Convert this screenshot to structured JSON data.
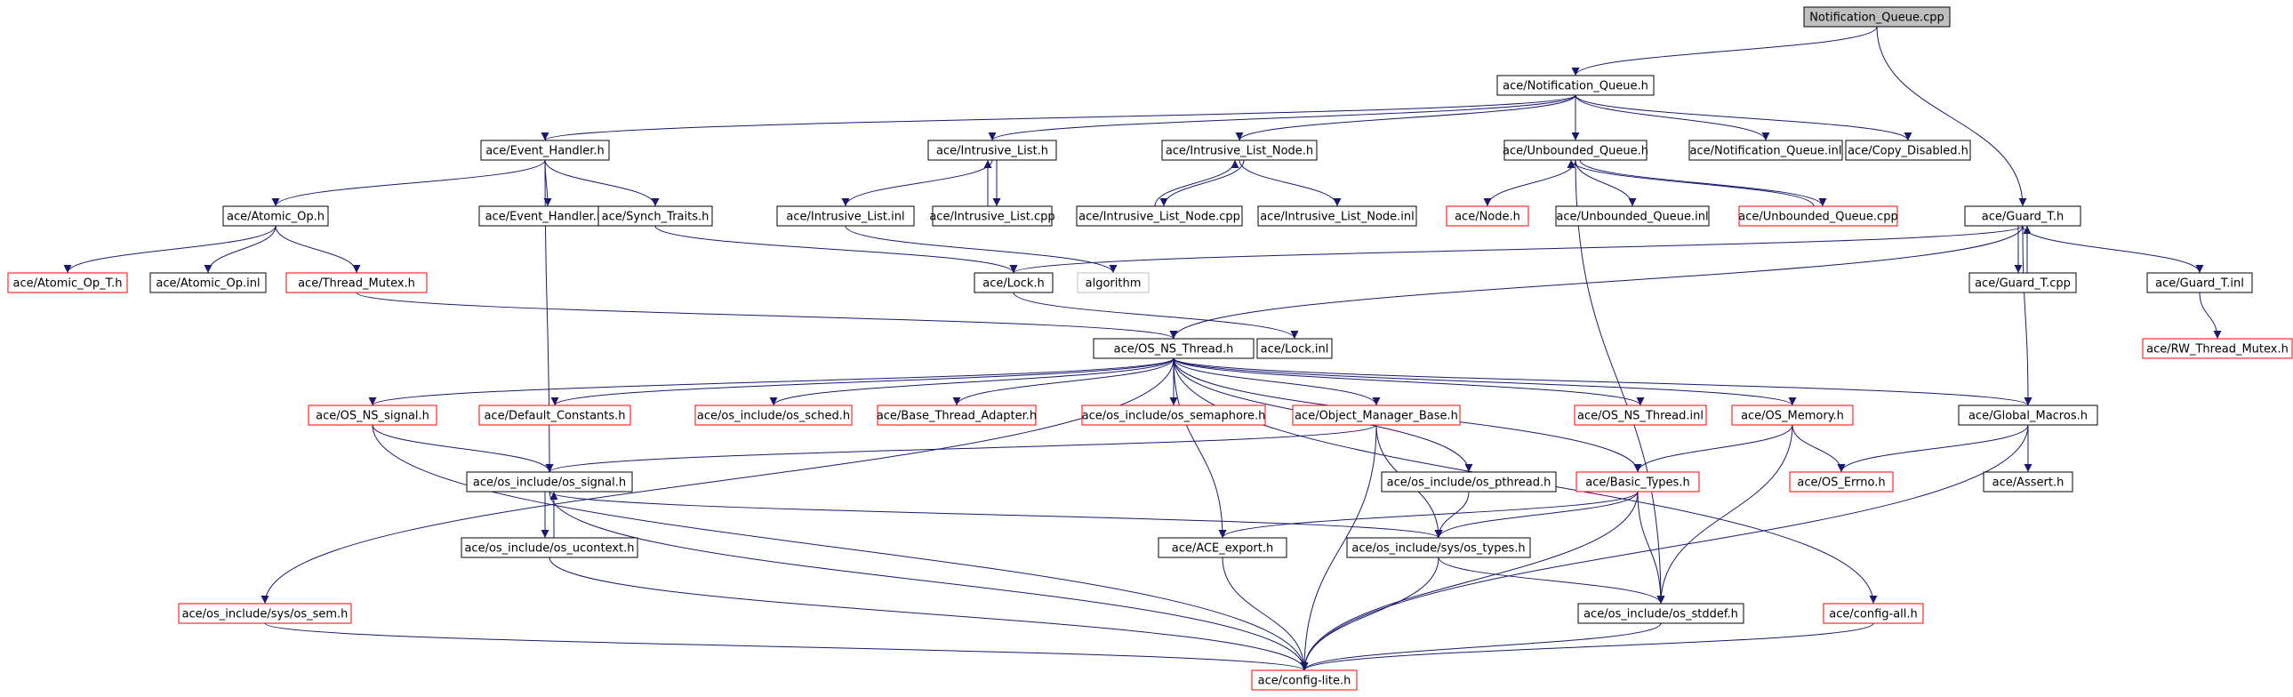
{
  "title": "Notification_Queue.cpp",
  "colors": {
    "edge": "#191970",
    "arrowhead": "#191970",
    "border_default": "#000000",
    "border_undocumented": "#ff0000",
    "border_external": "#bfbfbf",
    "root_fill": "#bfbfbf",
    "node_fill": "#ffffff",
    "text": "#000000"
  },
  "nodes": [
    {
      "id": "n0",
      "label": "Notification_Queue.cpp",
      "border": "root"
    },
    {
      "id": "n1",
      "label": "ace/Notification_Queue.h",
      "border": "default"
    },
    {
      "id": "n2",
      "label": "ace/Event_Handler.h",
      "border": "default"
    },
    {
      "id": "n3",
      "label": "ace/Intrusive_List.h",
      "border": "default"
    },
    {
      "id": "n4",
      "label": "ace/Intrusive_List_Node.h",
      "border": "default"
    },
    {
      "id": "n5",
      "label": "ace/Unbounded_Queue.h",
      "border": "default"
    },
    {
      "id": "n6",
      "label": "ace/Notification_Queue.inl",
      "border": "default"
    },
    {
      "id": "n7",
      "label": "ace/Copy_Disabled.h",
      "border": "default"
    },
    {
      "id": "n8",
      "label": "ace/Atomic_Op.h",
      "border": "default"
    },
    {
      "id": "n9",
      "label": "ace/Event_Handler.inl",
      "border": "default"
    },
    {
      "id": "n10",
      "label": "ace/Synch_Traits.h",
      "border": "default"
    },
    {
      "id": "n11",
      "label": "ace/Intrusive_List.inl",
      "border": "default"
    },
    {
      "id": "n12",
      "label": "ace/Intrusive_List.cpp",
      "border": "default"
    },
    {
      "id": "n13",
      "label": "ace/Intrusive_List_Node.cpp",
      "border": "default"
    },
    {
      "id": "n14",
      "label": "ace/Intrusive_List_Node.inl",
      "border": "default"
    },
    {
      "id": "n15",
      "label": "ace/Node.h",
      "border": "red"
    },
    {
      "id": "n16",
      "label": "ace/Unbounded_Queue.inl",
      "border": "default"
    },
    {
      "id": "n17",
      "label": "ace/Unbounded_Queue.cpp",
      "border": "red"
    },
    {
      "id": "n18",
      "label": "ace/Guard_T.h",
      "border": "default"
    },
    {
      "id": "n19",
      "label": "ace/Atomic_Op_T.h",
      "border": "red"
    },
    {
      "id": "n20",
      "label": "ace/Atomic_Op.inl",
      "border": "default"
    },
    {
      "id": "n21",
      "label": "ace/Thread_Mutex.h",
      "border": "red"
    },
    {
      "id": "n22",
      "label": "ace/Lock.h",
      "border": "default"
    },
    {
      "id": "n23",
      "label": "algorithm",
      "border": "external"
    },
    {
      "id": "n24",
      "label": "ace/Guard_T.cpp",
      "border": "default"
    },
    {
      "id": "n25",
      "label": "ace/Guard_T.inl",
      "border": "default"
    },
    {
      "id": "n26",
      "label": "ace/RW_Thread_Mutex.h",
      "border": "red"
    },
    {
      "id": "n27",
      "label": "ace/OS_NS_Thread.h",
      "border": "default"
    },
    {
      "id": "n28",
      "label": "ace/Lock.inl",
      "border": "default"
    },
    {
      "id": "n29",
      "label": "ace/OS_NS_signal.h",
      "border": "red"
    },
    {
      "id": "n30",
      "label": "ace/Default_Constants.h",
      "border": "red"
    },
    {
      "id": "n31",
      "label": "ace/os_include/os_sched.h",
      "border": "red"
    },
    {
      "id": "n32",
      "label": "ace/Base_Thread_Adapter.h",
      "border": "red"
    },
    {
      "id": "n33",
      "label": "ace/os_include/os_semaphore.h",
      "border": "red"
    },
    {
      "id": "n34",
      "label": "ace/Object_Manager_Base.h",
      "border": "red"
    },
    {
      "id": "n35",
      "label": "ace/OS_NS_Thread.inl",
      "border": "red"
    },
    {
      "id": "n36",
      "label": "ace/OS_Memory.h",
      "border": "red"
    },
    {
      "id": "n37",
      "label": "ace/Global_Macros.h",
      "border": "default"
    },
    {
      "id": "n38",
      "label": "ace/os_include/os_signal.h",
      "border": "default"
    },
    {
      "id": "n39",
      "label": "ace/os_include/os_pthread.h",
      "border": "default"
    },
    {
      "id": "n40",
      "label": "ace/Basic_Types.h",
      "border": "red"
    },
    {
      "id": "n41",
      "label": "ace/OS_Errno.h",
      "border": "red"
    },
    {
      "id": "n42",
      "label": "ace/Assert.h",
      "border": "default"
    },
    {
      "id": "n43",
      "label": "ace/os_include/os_ucontext.h",
      "border": "default"
    },
    {
      "id": "n44",
      "label": "ace/ACE_export.h",
      "border": "default"
    },
    {
      "id": "n45",
      "label": "ace/os_include/sys/os_types.h",
      "border": "default"
    },
    {
      "id": "n46",
      "label": "ace/os_include/sys/os_sem.h",
      "border": "red"
    },
    {
      "id": "n47",
      "label": "ace/os_include/os_stddef.h",
      "border": "default"
    },
    {
      "id": "n48",
      "label": "ace/config-all.h",
      "border": "red"
    },
    {
      "id": "n49",
      "label": "ace/config-lite.h",
      "border": "red"
    }
  ],
  "edges": [
    [
      "n0",
      "n1"
    ],
    [
      "n0",
      "n18"
    ],
    [
      "n1",
      "n2"
    ],
    [
      "n1",
      "n3"
    ],
    [
      "n1",
      "n4"
    ],
    [
      "n1",
      "n5"
    ],
    [
      "n1",
      "n6"
    ],
    [
      "n1",
      "n7"
    ],
    [
      "n2",
      "n8"
    ],
    [
      "n2",
      "n9"
    ],
    [
      "n2",
      "n10"
    ],
    [
      "n2",
      "n38"
    ],
    [
      "n3",
      "n11"
    ],
    [
      "n3",
      "n12"
    ],
    [
      "n12",
      "n3"
    ],
    [
      "n4",
      "n13"
    ],
    [
      "n4",
      "n14"
    ],
    [
      "n13",
      "n4"
    ],
    [
      "n5",
      "n15"
    ],
    [
      "n5",
      "n16"
    ],
    [
      "n5",
      "n17"
    ],
    [
      "n17",
      "n5"
    ],
    [
      "n5",
      "n47"
    ],
    [
      "n8",
      "n19"
    ],
    [
      "n8",
      "n20"
    ],
    [
      "n8",
      "n21"
    ],
    [
      "n10",
      "n22"
    ],
    [
      "n11",
      "n23"
    ],
    [
      "n18",
      "n22"
    ],
    [
      "n18",
      "n24"
    ],
    [
      "n24",
      "n18"
    ],
    [
      "n18",
      "n25"
    ],
    [
      "n18",
      "n27"
    ],
    [
      "n18",
      "n37"
    ],
    [
      "n25",
      "n26"
    ],
    [
      "n21",
      "n27"
    ],
    [
      "n22",
      "n28"
    ],
    [
      "n27",
      "n29"
    ],
    [
      "n27",
      "n30"
    ],
    [
      "n27",
      "n31"
    ],
    [
      "n27",
      "n32"
    ],
    [
      "n27",
      "n33"
    ],
    [
      "n27",
      "n34"
    ],
    [
      "n27",
      "n35"
    ],
    [
      "n27",
      "n36"
    ],
    [
      "n27",
      "n37"
    ],
    [
      "n27",
      "n39"
    ],
    [
      "n27",
      "n40"
    ],
    [
      "n27",
      "n44"
    ],
    [
      "n27",
      "n46"
    ],
    [
      "n27",
      "n48"
    ],
    [
      "n29",
      "n38"
    ],
    [
      "n29",
      "n49"
    ],
    [
      "n34",
      "n38"
    ],
    [
      "n34",
      "n45"
    ],
    [
      "n34",
      "n49"
    ],
    [
      "n36",
      "n40"
    ],
    [
      "n36",
      "n41"
    ],
    [
      "n36",
      "n47"
    ],
    [
      "n37",
      "n41"
    ],
    [
      "n37",
      "n42"
    ],
    [
      "n37",
      "n49"
    ],
    [
      "n38",
      "n43"
    ],
    [
      "n43",
      "n38"
    ],
    [
      "n38",
      "n45"
    ],
    [
      "n38",
      "n49"
    ],
    [
      "n39",
      "n45"
    ],
    [
      "n40",
      "n44"
    ],
    [
      "n40",
      "n45"
    ],
    [
      "n40",
      "n47"
    ],
    [
      "n40",
      "n49"
    ],
    [
      "n43",
      "n49"
    ],
    [
      "n44",
      "n49"
    ],
    [
      "n45",
      "n47"
    ],
    [
      "n45",
      "n49"
    ],
    [
      "n46",
      "n49"
    ],
    [
      "n47",
      "n49"
    ],
    [
      "n48",
      "n49"
    ]
  ]
}
